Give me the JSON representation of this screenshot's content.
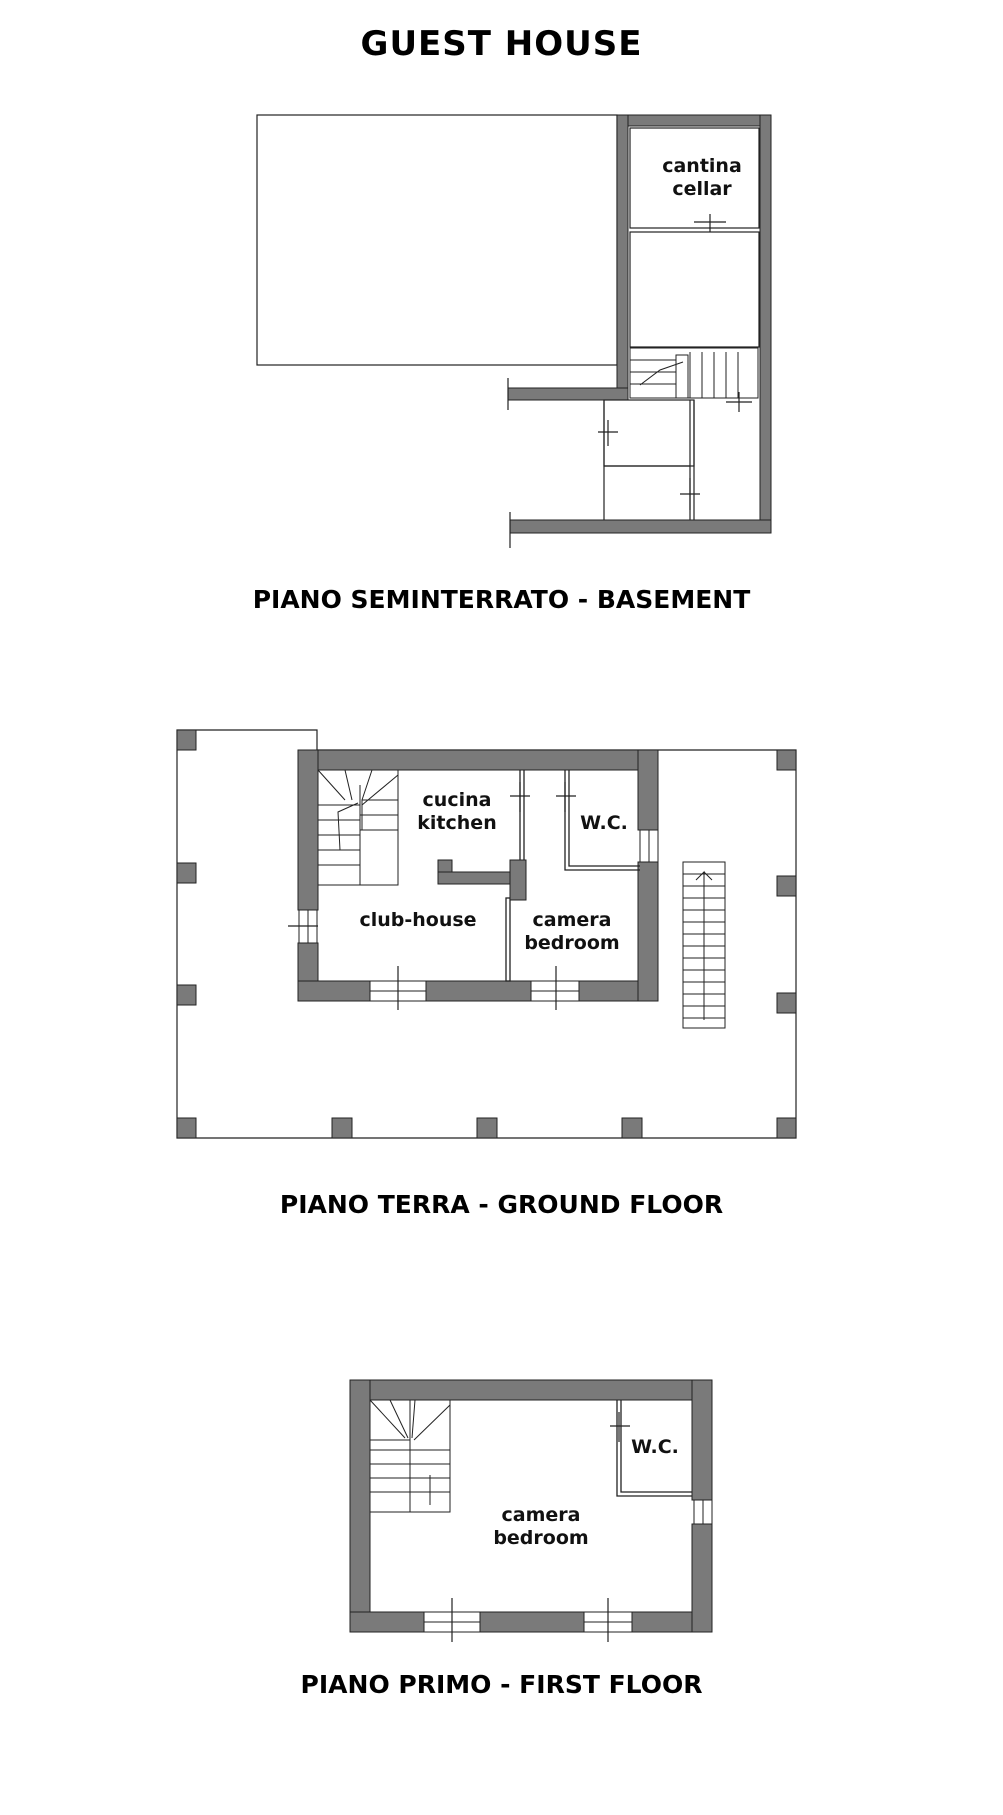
{
  "title": "GUEST HOUSE",
  "floors": {
    "basement": {
      "caption": "PIANO SEMINTERRATO - BASEMENT",
      "rooms": {
        "cellar_it": "cantina",
        "cellar_en": "cellar"
      }
    },
    "ground": {
      "caption": "PIANO TERRA - GROUND FLOOR",
      "rooms": {
        "kitchen_it": "cucina",
        "kitchen_en": "kitchen",
        "wc": "W.C.",
        "clubhouse": "club-house",
        "bedroom_it": "camera",
        "bedroom_en": "bedroom"
      }
    },
    "first": {
      "caption": "PIANO PRIMO - FIRST FLOOR",
      "rooms": {
        "wc": "W.C.",
        "bedroom_it": "camera",
        "bedroom_en": "bedroom"
      }
    }
  },
  "colors": {
    "wall": "#7a7a7a",
    "line": "#222222",
    "background": "#ffffff"
  }
}
